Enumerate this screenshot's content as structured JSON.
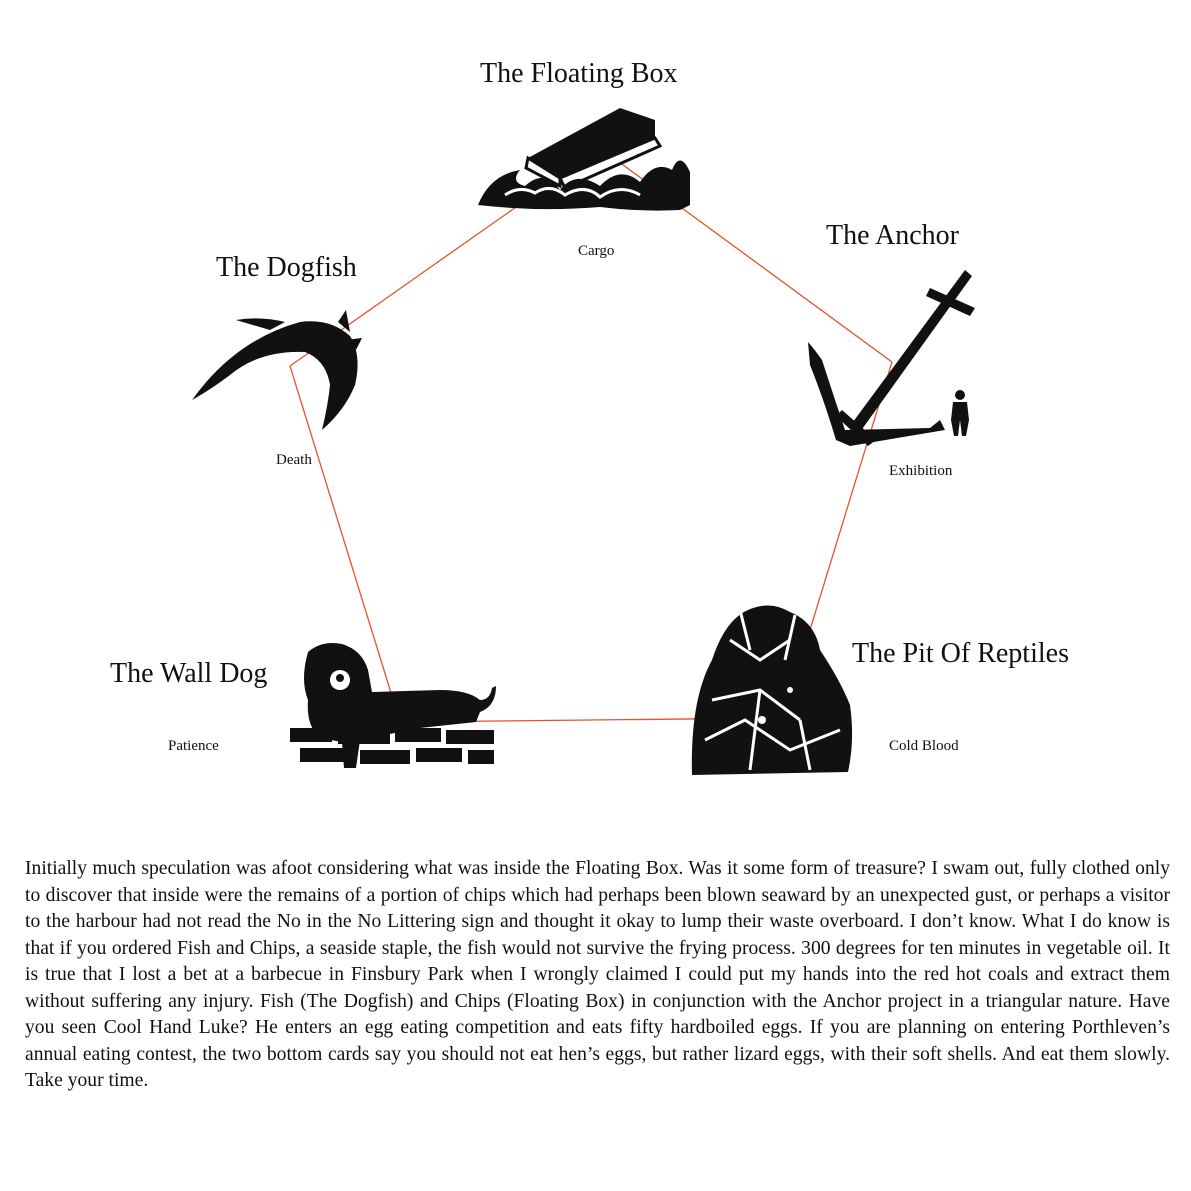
{
  "diagram": {
    "nodes": [
      {
        "id": "floating-box",
        "title": "The Floating Box",
        "label": "Cargo",
        "icon": "boat-on-waves-icon"
      },
      {
        "id": "anchor",
        "title": "The Anchor",
        "label": "Exhibition",
        "icon": "anchor-with-figure-icon"
      },
      {
        "id": "pit-of-reptiles",
        "title": "The Pit Of Reptiles",
        "label": "Cold Blood",
        "icon": "reptile-pile-icon"
      },
      {
        "id": "wall-dog",
        "title": "The Wall Dog",
        "label": "Patience",
        "icon": "dog-on-wall-icon"
      },
      {
        "id": "dogfish",
        "title": "The Dogfish",
        "label": "Death",
        "icon": "dogfish-icon"
      }
    ],
    "edge_color": "#e2542c"
  },
  "body_text": "Initially much speculation was afoot considering what was inside the Floating Box. Was it some form of treasure? I swam out, fully clothed only to discover that inside were the remains of a portion of chips which had perhaps been blown seaward by an unexpected gust, or perhaps a visitor to the harbour had not read the No in the No Littering sign and thought it okay to lump their waste overboard. I don’t know. What I do know is that if you ordered Fish and Chips, a seaside staple, the fish would not survive the frying process. 300 degrees for ten minutes in vegetable oil. It is true that I lost a bet at a barbecue in Finsbury Park when I wrongly claimed I could put my hands into the red hot coals and extract them without suffering any injury. Fish (The Dogfish) and Chips (Floating Box) in conjunction with the Anchor project in a triangular nature. Have you seen Cool Hand Luke? He enters an egg eating competition and eats fifty hardboiled eggs. If you are planning on entering Porthleven’s annual eating contest, the two bottom cards say you should not eat hen’s eggs, but rather lizard eggs, with their soft shells. And eat them slowly. Take your time."
}
